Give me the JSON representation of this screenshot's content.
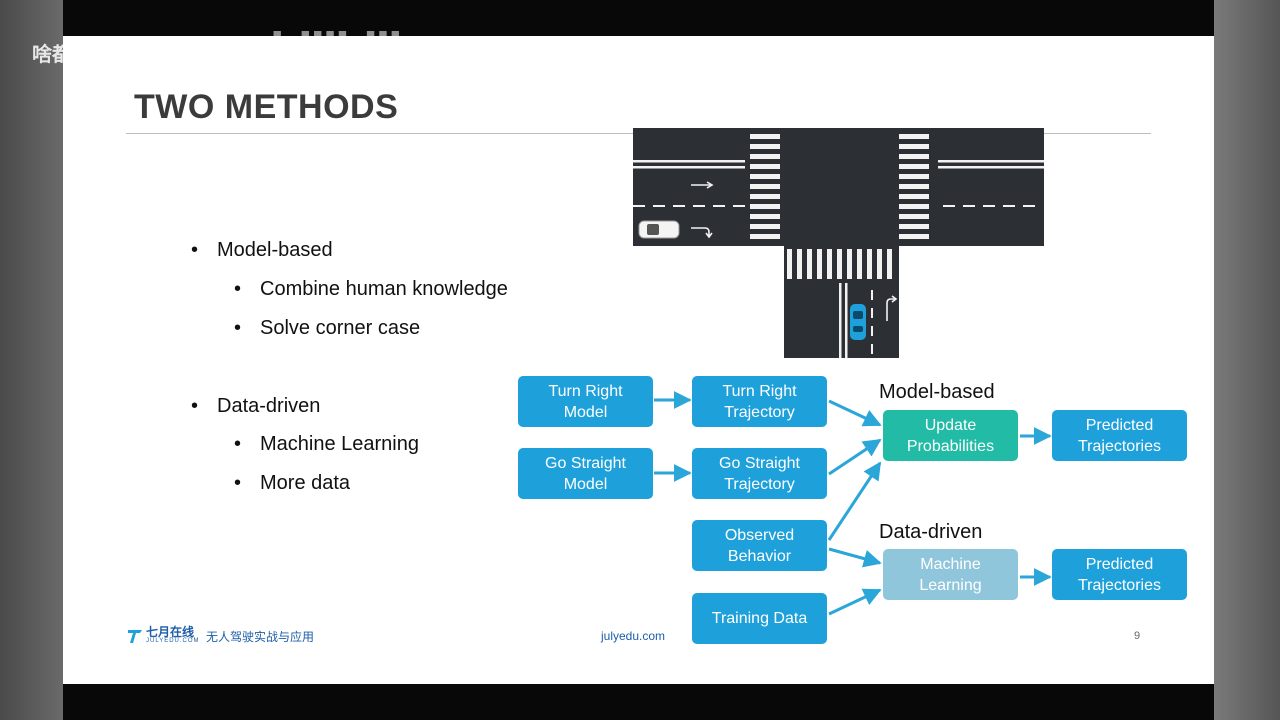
{
  "overlay": {
    "user_tag": "啥都",
    "logo_text": "bilibili"
  },
  "slide": {
    "title": "TWO METHODS",
    "bullets": [
      {
        "text": "Model-based",
        "level": 1
      },
      {
        "text": "Combine human knowledge",
        "level": 2
      },
      {
        "text": "Solve corner case",
        "level": 2
      },
      {
        "text": "Data-driven",
        "level": 1
      },
      {
        "text": "Machine Learning",
        "level": 2
      },
      {
        "text": "More data",
        "level": 2
      }
    ],
    "diagram": {
      "labels": {
        "model_based": "Model-based",
        "data_driven": "Data-driven"
      },
      "nodes": {
        "turn_right_model": "Turn Right\nModel",
        "turn_right_trajectory": "Turn Right\nTrajectory",
        "go_straight_model": "Go Straight\nModel",
        "go_straight_trajectory": "Go Straight\nTrajectory",
        "observed_behavior": "Observed\nBehavior",
        "training_data": "Training Data",
        "update_probabilities": "Update\nProbabilities",
        "machine_learning": "Machine\nLearning",
        "predicted_trajectories_model": "Predicted\nTrajectories",
        "predicted_trajectories_data": "Predicted\nTrajectories"
      },
      "colors": {
        "node_blue": "#1ea1db",
        "node_teal": "#22bba6",
        "node_light": "#8fc6dc",
        "arrow": "#2aa6d8"
      }
    },
    "footer": {
      "brand_cn": "七月在线",
      "brand_en": "JULYEDU.COM",
      "course": "无人驾驶实战与应用",
      "site": "julyedu.com",
      "page": "9"
    }
  }
}
